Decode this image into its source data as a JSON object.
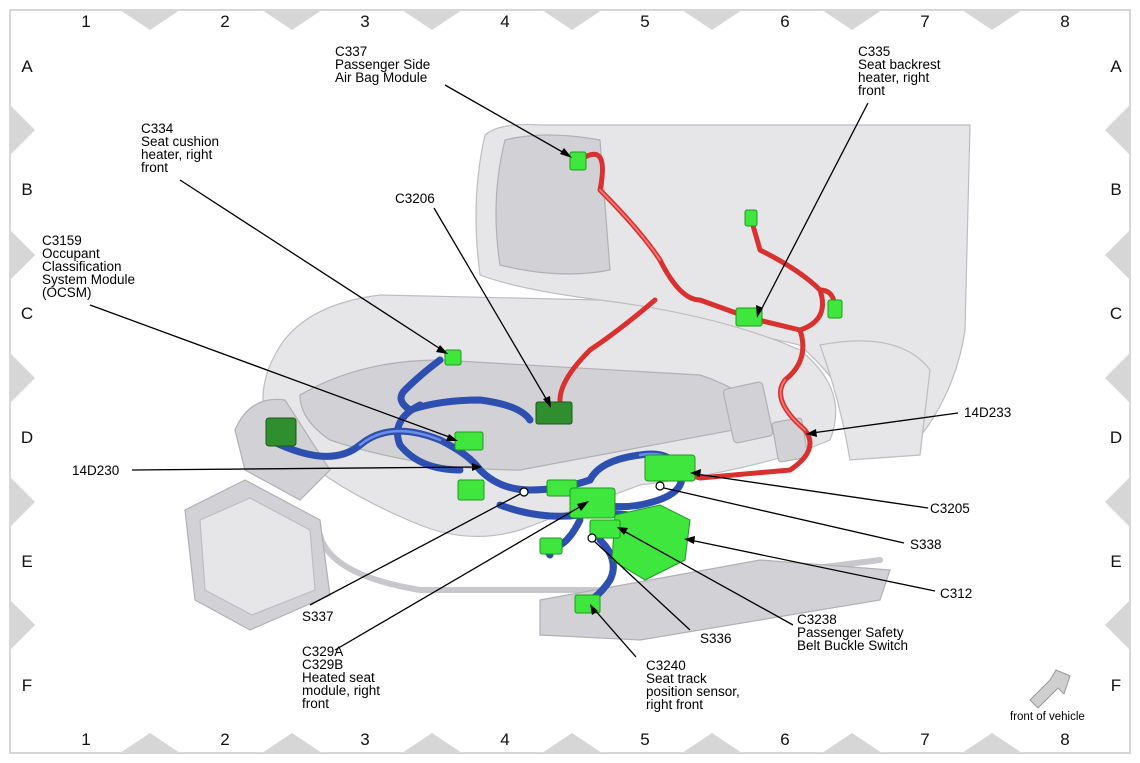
{
  "grid": {
    "columns": [
      "1",
      "2",
      "3",
      "4",
      "5",
      "6",
      "7",
      "8"
    ],
    "rows": [
      "A",
      "B",
      "C",
      "D",
      "E",
      "F"
    ]
  },
  "labels": {
    "c337": [
      "C337",
      "Passenger Side",
      "Air Bag Module"
    ],
    "c335": [
      "C335",
      "Seat backrest",
      "heater, right",
      "front"
    ],
    "c334": [
      "C334",
      "Seat cushion",
      "heater, right",
      "front"
    ],
    "c3206": [
      "C3206"
    ],
    "c3159": [
      "C3159",
      "Occupant",
      "Classification",
      "System Module",
      "(OCSM)"
    ],
    "14d233": [
      "14D233"
    ],
    "14d230": [
      "14D230"
    ],
    "c3205": [
      "C3205"
    ],
    "s338": [
      "S338"
    ],
    "c312": [
      "C312"
    ],
    "s337": [
      "S337"
    ],
    "c3238": [
      "C3238",
      "Passenger Safety",
      "Belt Buckle Switch"
    ],
    "s336": [
      "S336"
    ],
    "c329": [
      "C329A",
      "C329B",
      "Heated seat",
      "module, right",
      "front"
    ],
    "c3240": [
      "C3240",
      "Seat track",
      "position sensor,",
      "right front"
    ]
  },
  "front_of_vehicle": "front of vehicle",
  "colors": {
    "connector": "#3ee63e",
    "harness_blue": "#2d4fb0",
    "harness_red": "#d8312f",
    "seat": "#e6e6e8",
    "grid_triangle": "#d6d6d6"
  }
}
